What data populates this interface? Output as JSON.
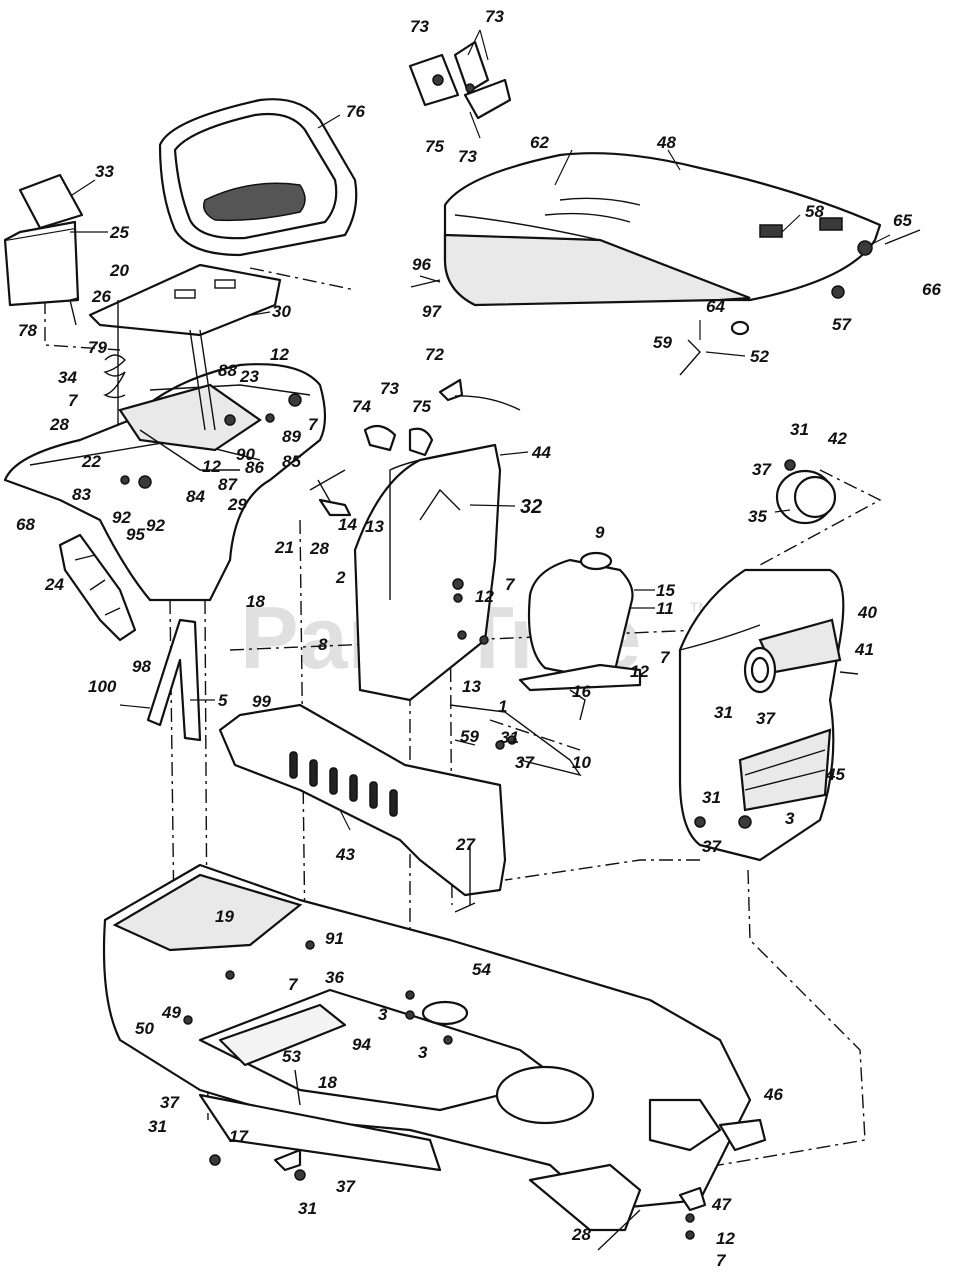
{
  "watermark": {
    "text": "PartsTree",
    "trademark": "TM"
  },
  "callouts": {
    "c73a": "73",
    "c73b": "73",
    "c75a": "75",
    "c73c": "73",
    "c76": "76",
    "c62": "62",
    "c48": "48",
    "c58": "58",
    "c65": "65",
    "c66": "66",
    "c96": "96",
    "c97": "97",
    "c57": "57",
    "c64": "64",
    "c59a": "59",
    "c52": "52",
    "c33": "33",
    "c25": "25",
    "c20": "20",
    "c26": "26",
    "c30": "30",
    "c78": "78",
    "c79": "79",
    "c34": "34",
    "c12a": "12",
    "c88": "88",
    "c23": "23",
    "c7a": "7",
    "c89": "89",
    "c72": "72",
    "c73d": "73",
    "c74": "74",
    "c75b": "75",
    "c7b": "7",
    "c28a": "28",
    "c90": "90",
    "c86": "86",
    "c85": "85",
    "c22": "22",
    "c12b": "12",
    "c87": "87",
    "c83": "83",
    "c84": "84",
    "c92a": "92",
    "c92b": "92",
    "c95": "95",
    "c29": "29",
    "c68": "68",
    "c21": "21",
    "c28b": "28",
    "c14": "14",
    "c13a": "13",
    "c44": "44",
    "c32": "32",
    "c31a": "31",
    "c42": "42",
    "c37a": "37",
    "c35": "35",
    "c24": "24",
    "c18a": "18",
    "c2": "2",
    "c7c": "7",
    "c12c": "12",
    "c9": "9",
    "c15": "15",
    "c11": "11",
    "c8": "8",
    "c13b": "13",
    "c40": "40",
    "c41": "41",
    "c7d": "7",
    "c12d": "12",
    "c98": "98",
    "c100": "100",
    "c5": "5",
    "c99": "99",
    "c1": "1",
    "c16": "16",
    "c31b": "31",
    "c37b": "37",
    "c59b": "59",
    "c31c": "31",
    "c37c": "37",
    "c10": "10",
    "c45": "45",
    "c43": "43",
    "c27": "27",
    "c31d": "31",
    "c3a": "3",
    "c37d": "37",
    "c19": "19",
    "c91": "91",
    "c7e": "7",
    "c36": "36",
    "c54": "54",
    "c49": "49",
    "c50": "50",
    "c3b": "3",
    "c94": "94",
    "c3c": "3",
    "c53": "53",
    "c18b": "18",
    "c37e": "37",
    "c31e": "31",
    "c17": "17",
    "c37f": "37",
    "c31f": "31",
    "c46": "46",
    "c47": "47",
    "c28c": "28",
    "c12e": "12",
    "c7f": "7"
  }
}
